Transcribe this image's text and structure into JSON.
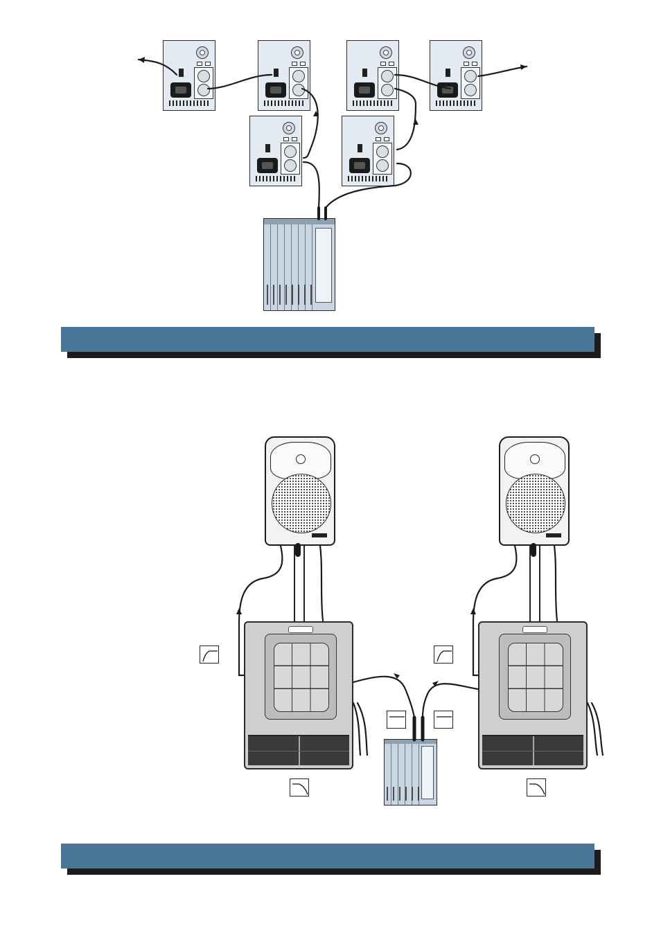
{
  "colors": {
    "banner": "#4a7698",
    "banner_shadow": "#1c1c1c",
    "panel_bg": "#e3eaf2",
    "cable": "#1b1b1b"
  },
  "diagram_top": {
    "description_nodes": [
      "amp-panel-1",
      "amp-panel-2",
      "amp-panel-3",
      "amp-panel-4",
      "amp-panel-5",
      "amp-panel-6",
      "mixer-top"
    ]
  },
  "diagram_bottom": {
    "nodes": [
      "speaker-left",
      "speaker-right",
      "subwoofer-left",
      "subwoofer-right",
      "mixer-bottom"
    ],
    "icons": [
      "highpass-filter-icon",
      "lowpass-filter-icon",
      "flat-response-icon"
    ]
  }
}
